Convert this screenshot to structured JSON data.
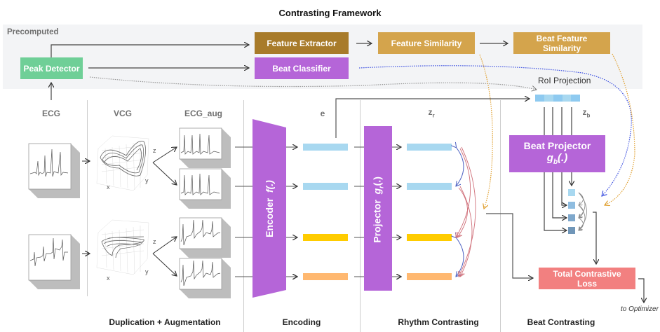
{
  "title": "Contrasting Framework",
  "precomputed": {
    "label": "Precomputed",
    "peak_detector": "Peak Detector",
    "feature_extractor": "Feature Extractor",
    "beat_classifier": "Beat Classifier",
    "feature_similarity": "Feature Similarity",
    "beat_feature_similarity_line1": "Beat Feature",
    "beat_feature_similarity_line2": "Similarity",
    "roi_projection": "RoI Projection"
  },
  "columns": {
    "ecg": "ECG",
    "vcg": "VCG",
    "ecg_aug": "ECG_aug",
    "e": "e",
    "z_r": "z",
    "z_r_sub": "r",
    "z_b": "z",
    "z_b_sub": "b"
  },
  "vcg_axes": {
    "x": "x",
    "y": "y",
    "z": "z"
  },
  "modules": {
    "encoder": "Encoder",
    "encoder_fn": "f(.)",
    "projector": "Projector",
    "projector_fn": "g",
    "projector_fn_sub": "r",
    "projector_fn_tail": "(.)",
    "beat_projector": "Beat Projector",
    "beat_projector_fn": "g",
    "beat_projector_fn_sub": "b",
    "beat_projector_fn_tail": "(.)",
    "total_loss_line1": "Total Contrastive",
    "total_loss_line2": "Loss",
    "to_optimizer": "to Optimizer"
  },
  "sections": {
    "duplication": "Duplication + Augmentation",
    "encoding": "Encoding",
    "rhythm": "Rhythm Contrasting",
    "beat": "Beat Contrasting"
  },
  "colors": {
    "green": "#6fcf97",
    "brown": "#a87b2a",
    "gold": "#d4a44c",
    "purple": "#b565d8",
    "light_blue": "#a8d8f0",
    "yellow": "#ffcc00",
    "orange": "#ffb870",
    "loss_red": "#f28080",
    "pos_blue": "#4a5fc1",
    "neg_red": "#d0707a",
    "dotted_blue": "#3b4fe0",
    "dotted_orange": "#e0a030"
  }
}
